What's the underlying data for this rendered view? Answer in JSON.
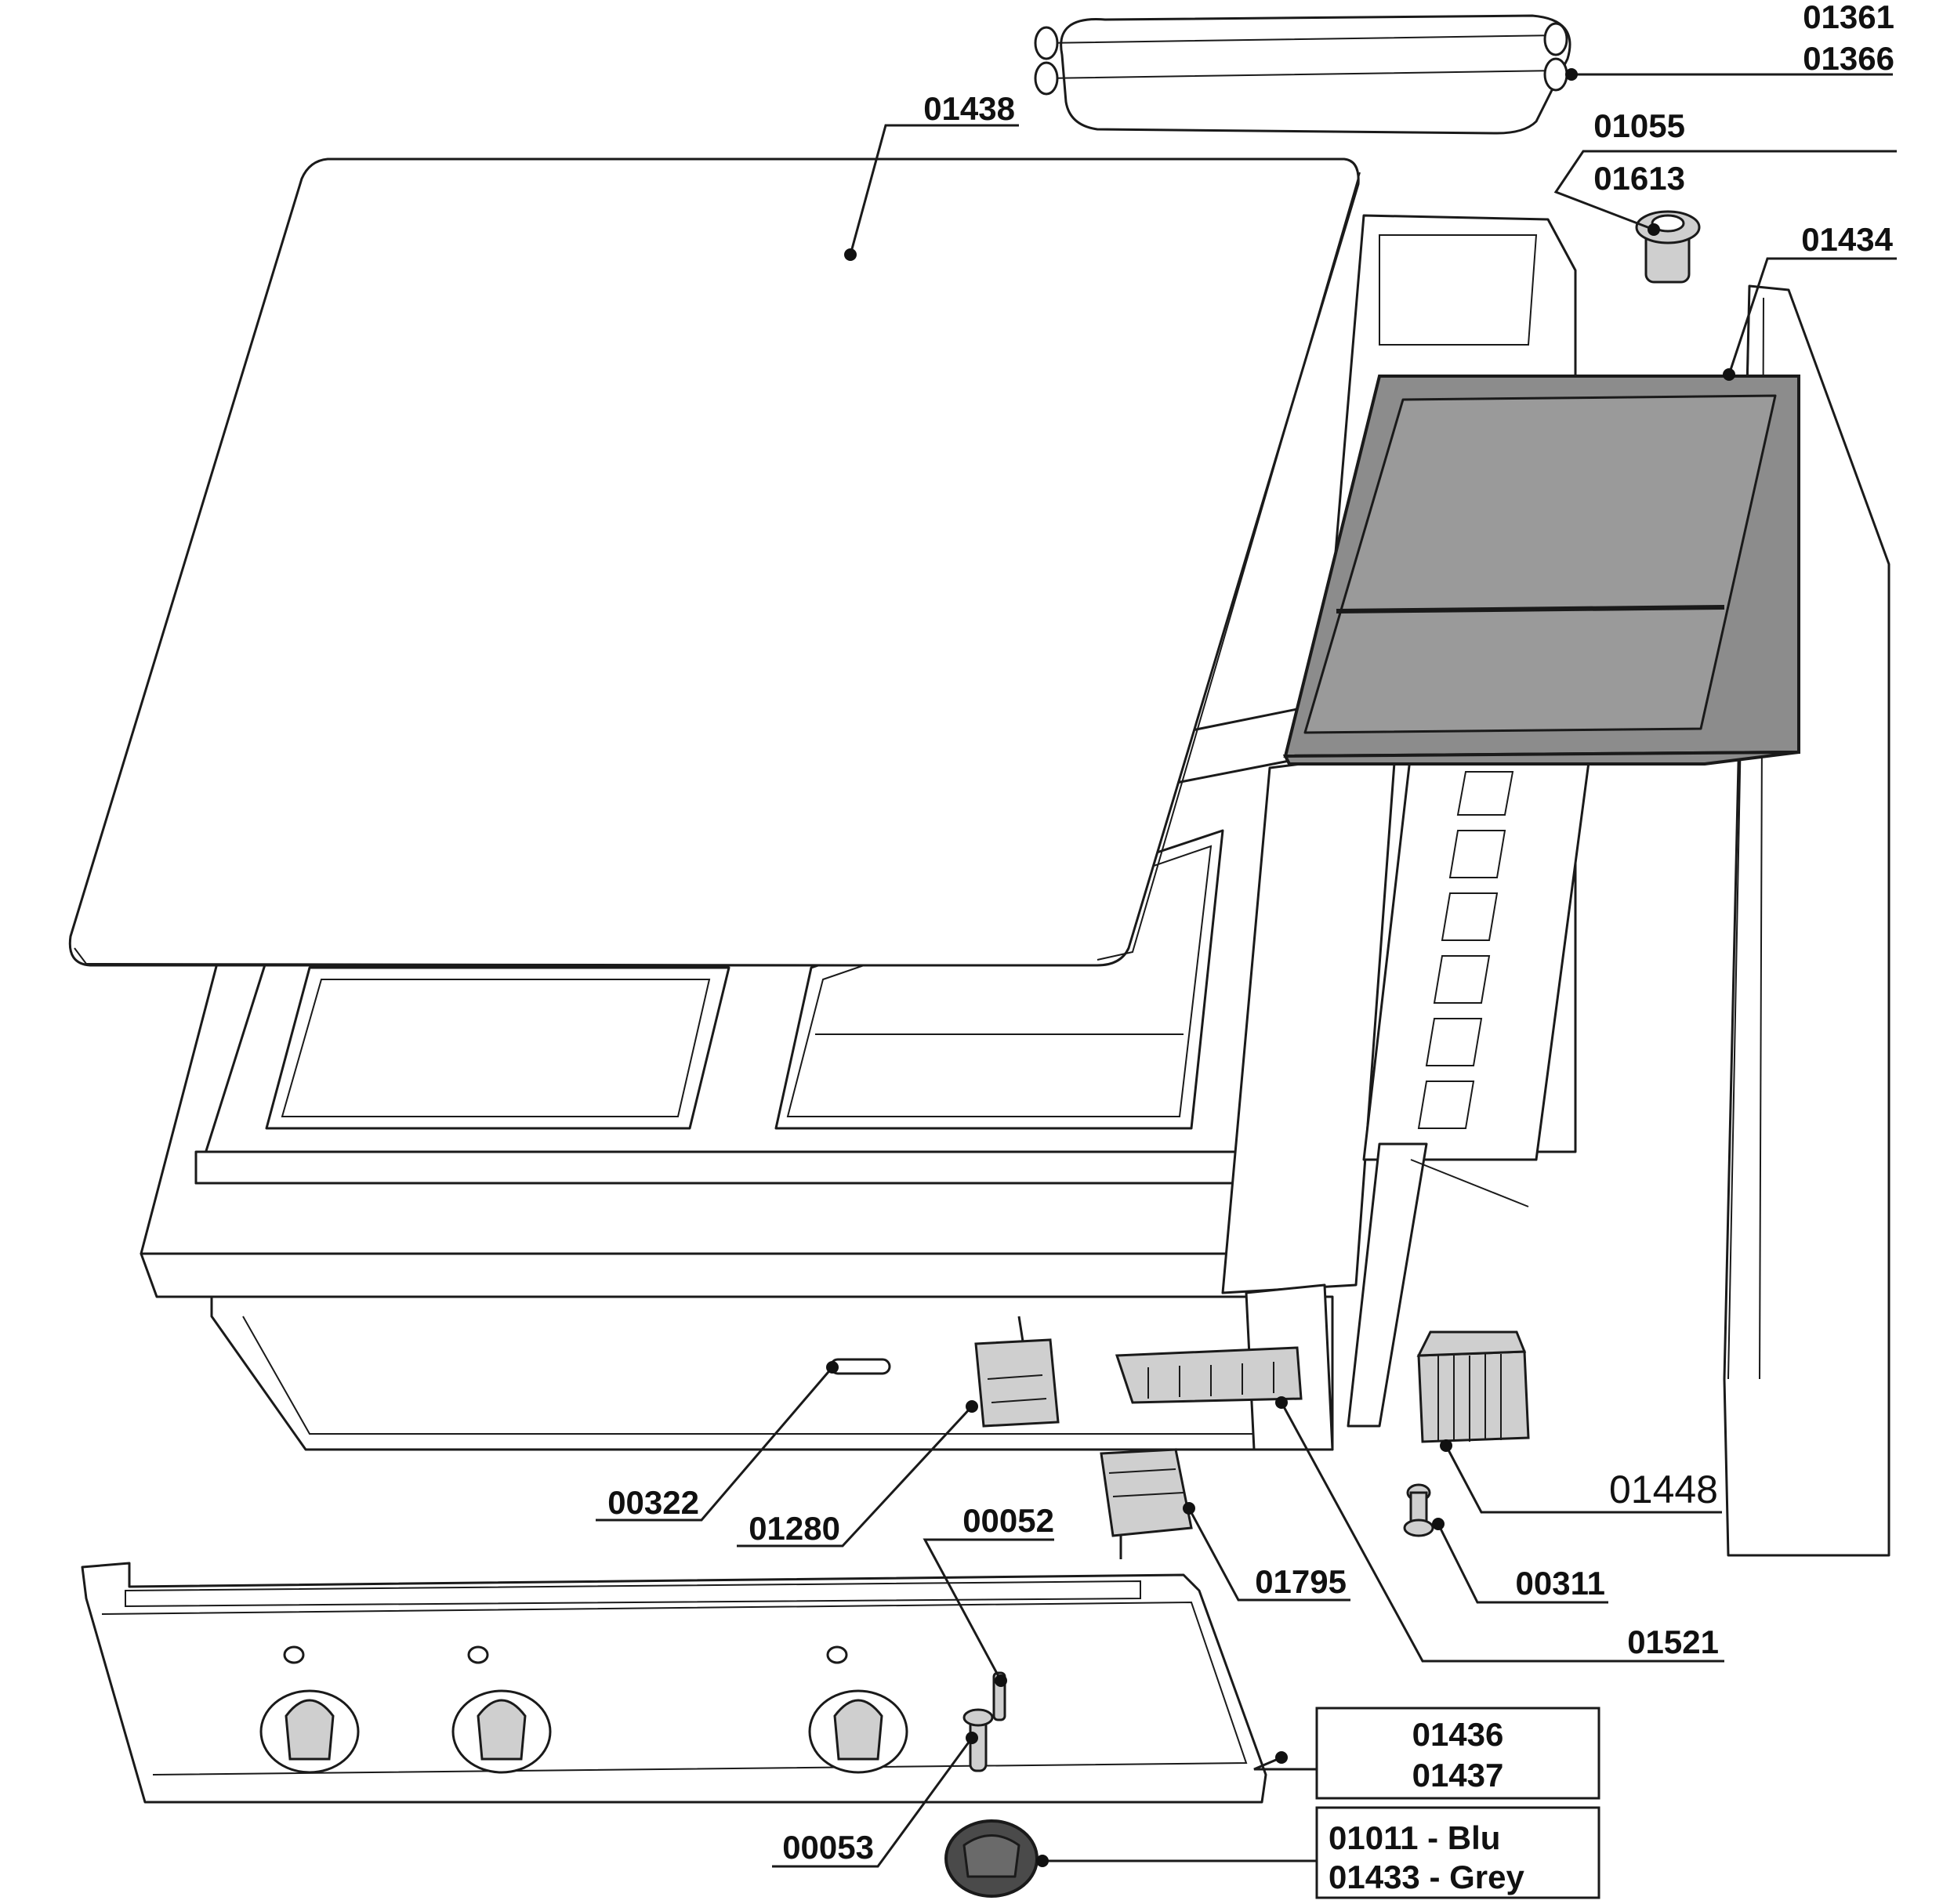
{
  "parts": {
    "p01361": "01361",
    "p01366": "01366",
    "p01438": "01438",
    "p01055": "01055",
    "p01613": "01613",
    "p01434": "01434",
    "p01448": "01448",
    "p00311": "00311",
    "p01521": "01521",
    "p01795": "01795",
    "p00322": "00322",
    "p01280": "01280",
    "p00052": "00052",
    "p00053": "00053",
    "p01436": "01436",
    "p01437": "01437",
    "p01011": "01011 - Blu",
    "p01433": "01433 - Grey"
  }
}
